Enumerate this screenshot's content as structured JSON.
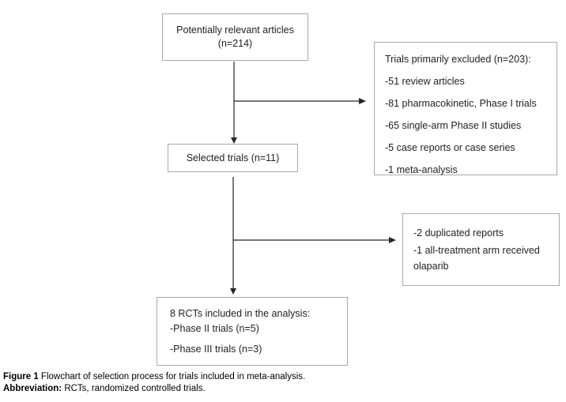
{
  "boxes": {
    "potentially_relevant": {
      "line1": "Potentially relevant articles",
      "line2": "(n=214)"
    },
    "excluded": {
      "title": "Trials primarily excluded (n=203):",
      "items": [
        "-51 review articles",
        "-81 pharmacokinetic, Phase I trials",
        "-65 single-arm Phase II studies",
        "-5 case reports or case series",
        "-1 meta-analysis"
      ]
    },
    "selected": {
      "label": "Selected trials (n=11)"
    },
    "removed": {
      "items": [
        "-2 duplicated reports",
        "-1 all-treatment arm received olaparib"
      ]
    },
    "included": {
      "title": "8 RCTs included in the analysis:",
      "items": [
        "-Phase II trials (n=5)",
        "-Phase III trials (n=3)"
      ]
    }
  },
  "caption": {
    "figure_label": "Figure 1",
    "figure_text": " Flowchart of selection process for trials included in meta-analysis.",
    "abbr_label": "Abbreviation:",
    "abbr_text": " RCTs, randomized controlled trials."
  },
  "colors": {
    "background": "#ffffff",
    "box_border": "#a9a9a9",
    "text": "#1f1f1f",
    "arrow": "#262626"
  }
}
